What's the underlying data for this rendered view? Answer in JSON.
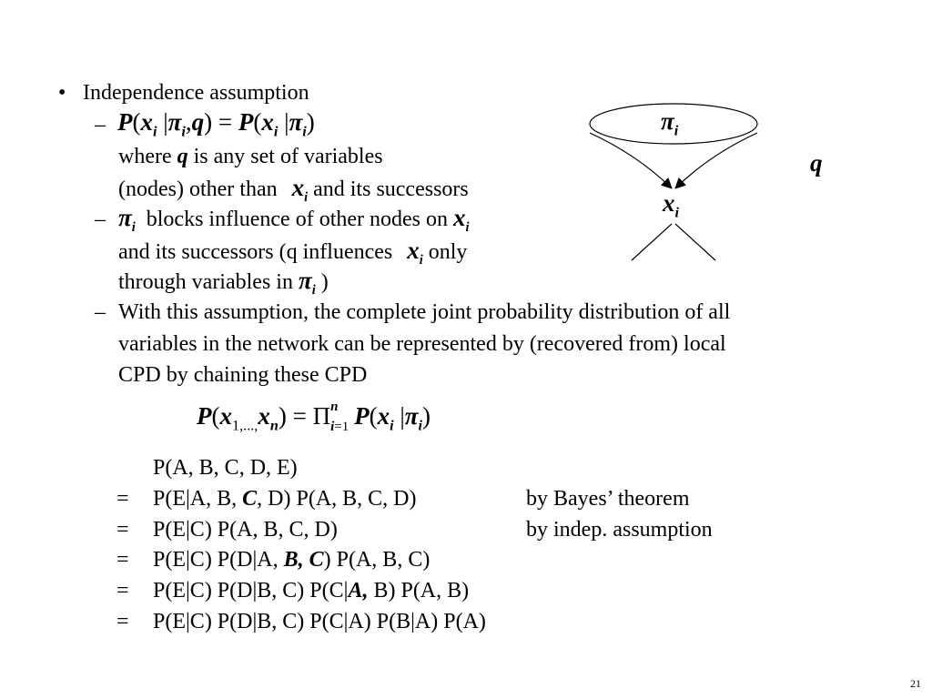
{
  "slide": {
    "bullet_title": "Independence assumption",
    "dash": "–",
    "bullet_symbol": "•",
    "formula1": {
      "P": "P",
      "x": "x",
      "i": "i",
      "pi": "π",
      "q": "q",
      "bar": "|",
      "comma": ",",
      "lp": "(",
      "rp": ")",
      "eq": "="
    },
    "where_pre": "where",
    "where_q": "q",
    "where_post": "is any set of variables",
    "nodes_pre": "(nodes) other than",
    "nodes_post": "and its successors",
    "blocks_text": "blocks influence of other nodes on",
    "succ_pre": "and its successors (q influences",
    "succ_post": "only",
    "through_pre": "through variables in",
    "through_post": ")",
    "assumption_line1": "With this assumption, the complete  joint probability distribution of all",
    "assumption_line2": "variables in the network can be represented by (recovered from) local",
    "assumption_line3": "CPD by chaining these CPD",
    "joint": {
      "lhs_args": "1,...,",
      "n": "n",
      "prod": "Π",
      "prod_sub": "i=1",
      "prod_sup": "n"
    },
    "chain": {
      "eq_sign": "=",
      "row0": "P(A, B, C, D, E)",
      "row1_pre": "P(E|A, B, ",
      "row1_bold": "C",
      "row1_post": ", D) P(A, B, C, D)",
      "row1_note": "by Bayes’ theorem",
      "row2": "P(E|C) P(A, B, C, D)",
      "row2_note": "by indep. assumption",
      "row3_pre": "P(E|C) P(D|A, ",
      "row3_bold": "B, C",
      "row3_post": ") P(A, B, C)",
      "row4_pre": "P(E|C) P(D|B, C) P(C|",
      "row4_bold": "A,",
      "row4_post": " B) P(A, B)",
      "row5": "P(E|C) P(D|B, C) P(C|A) P(B|A) P(A)"
    },
    "diagram": {
      "pi": "π",
      "i": "i",
      "x": "x",
      "q": "q"
    },
    "page_number": "21"
  }
}
